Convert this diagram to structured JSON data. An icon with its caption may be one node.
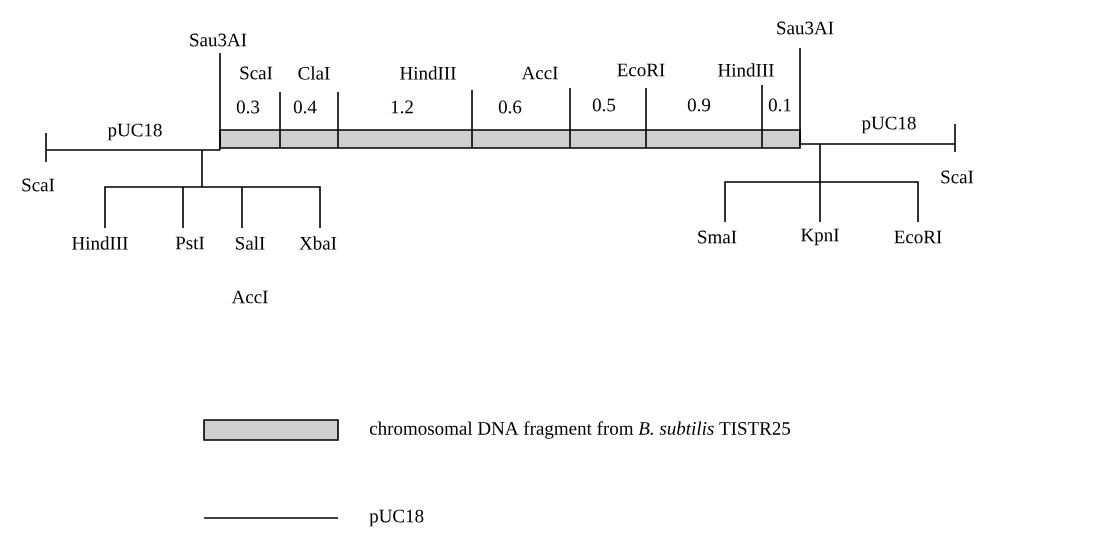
{
  "diagram": {
    "labels": [
      "Sau3AI",
      "Sau3AI",
      "ScaI",
      "ClaI",
      "HindIII",
      "AccI",
      "EcoRI",
      "HindIII",
      "0.3",
      "0.4",
      "1.2",
      "0.6",
      "0.5",
      "0.9",
      "0.1",
      "pUC18",
      "pUC18",
      "ScaI",
      "ScaI",
      "HindIII",
      "PstI",
      "SalI",
      "XbaI",
      "SmaI",
      "KpnI",
      "EcoRI",
      "AccI"
    ],
    "legend": [
      {
        "text": "chromosomal DNA fragment from *B. subtilis* TISTR25",
        "color": "#cfcfcf"
      },
      {
        "text": "pUC18"
      }
    ]
  }
}
